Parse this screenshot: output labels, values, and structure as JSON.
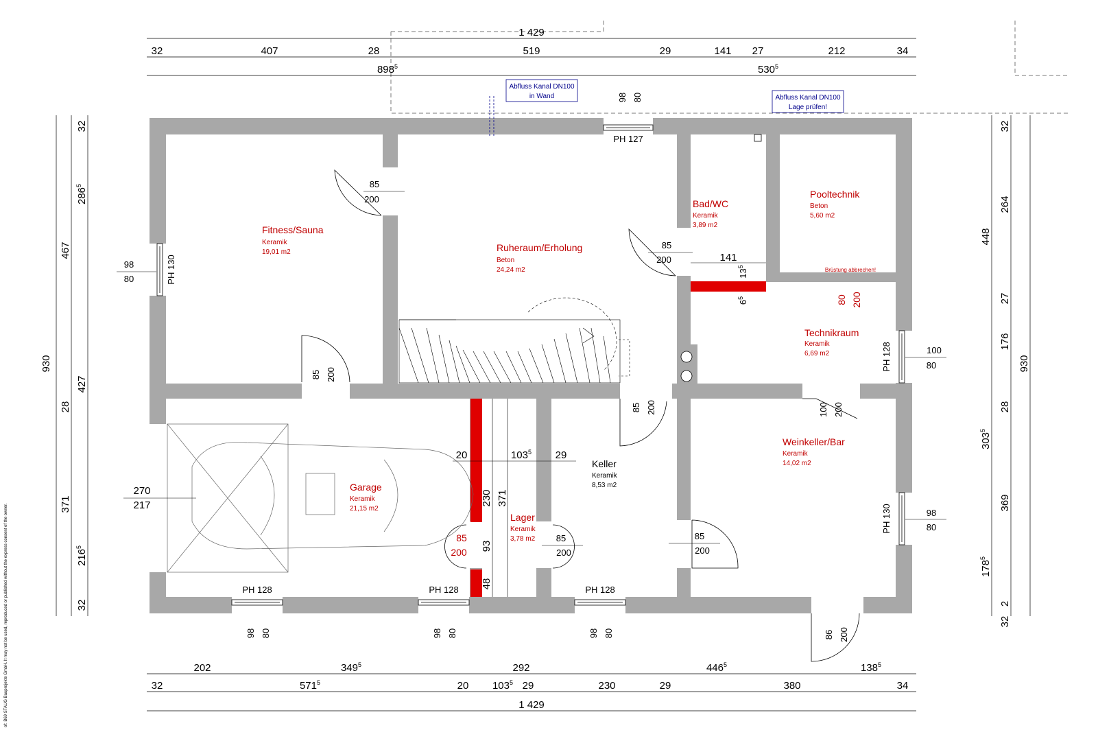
{
  "rooms": {
    "fitness": {
      "name": "Fitness/Sauna",
      "floor": "Keramik",
      "area": "19,01 m2"
    },
    "ruhe": {
      "name": "Ruheraum/Erholung",
      "floor": "Beton",
      "area": "24,24 m2"
    },
    "bad": {
      "name": "Bad/WC",
      "floor": "Keramik",
      "area": "3,89 m2"
    },
    "pool": {
      "name": "Pooltechnik",
      "floor": "Beton",
      "area": "5,60 m2"
    },
    "technik": {
      "name": "Technikraum",
      "floor": "Keramik",
      "area": "6,69 m2"
    },
    "garage": {
      "name": "Garage",
      "floor": "Keramik",
      "area": "21,15 m2"
    },
    "lager": {
      "name": "Lager",
      "floor": "Keramik",
      "area": "3,78 m2"
    },
    "keller": {
      "name": "Keller",
      "floor": "Keramik",
      "area": "8,53 m2"
    },
    "wein": {
      "name": "Weinkeller/Bar",
      "floor": "Keramik",
      "area": "14,02 m2"
    }
  },
  "notes": {
    "abfluss_wand_1": "Abfluss Kanal DN100",
    "abfluss_wand_2": "in Wand",
    "abfluss_lage_1": "Abfluss Kanal DN100",
    "abfluss_lage_2": "Lage prüfen!",
    "bruestung": "Brüstung abbrechen!"
  },
  "windows": {
    "top": "PH 127",
    "left": "PH 130",
    "right_upper": "PH 128",
    "right_lower": "PH 130",
    "bottom_1": "PH 128",
    "bottom_2": "PH 128",
    "bottom_3": "PH 128"
  },
  "dims": {
    "top_total": "1 429",
    "top_row": [
      "32",
      "407",
      "28",
      "519",
      "29",
      "141",
      "27",
      "212",
      "34"
    ],
    "top_half_left": "898",
    "top_half_left_sup": "5",
    "top_half_right": "530",
    "top_half_right_sup": "5",
    "bottom_row1": [
      "202",
      "349",
      "292",
      "446",
      "138"
    ],
    "bottom_row1_sup": [
      "",
      "5",
      "",
      "5",
      "5"
    ],
    "bottom_row2": [
      "32",
      "571",
      "20",
      "103",
      "29",
      "230",
      "29",
      "380",
      "34"
    ],
    "bottom_row2_sup": [
      "",
      "5",
      "",
      "5",
      "",
      "",
      "",
      "",
      ""
    ],
    "bottom_total": "1 429",
    "left_total": "930",
    "left_mid": [
      "467",
      "28",
      "371"
    ],
    "left_outer": [
      "32",
      "286",
      "427",
      "216",
      "32"
    ],
    "left_outer_sup": [
      "",
      "5",
      "",
      "5",
      ""
    ],
    "right_total": "930",
    "right_mid": [
      "448",
      "28",
      "303"
    ],
    "right_mid_sup": [
      "",
      "",
      "5"
    ],
    "right_outer": [
      "32",
      "264",
      "27",
      "176",
      "369",
      "178",
      "2",
      "32"
    ],
    "right_outer_sup": [
      "",
      "",
      "",
      "",
      "",
      "5",
      "",
      ""
    ]
  },
  "openings": {
    "fitness_door": [
      "85",
      "200"
    ],
    "fitness_garage_door": [
      "85",
      "200"
    ],
    "bad_door": [
      "85",
      "200"
    ],
    "technik_door": [
      "80",
      "200"
    ],
    "wein_door_top": [
      "100",
      "200"
    ],
    "keller_door_top": [
      "85",
      "200"
    ],
    "lager_door": [
      "85",
      "200"
    ],
    "keller_door_left": [
      "85",
      "200"
    ],
    "wein_door_left": [
      "85",
      "200"
    ],
    "exit_door": [
      "86",
      "200"
    ],
    "garage_gate": [
      "270",
      "217"
    ],
    "win_top": [
      "98",
      "80"
    ],
    "win_left": [
      "98",
      "80"
    ],
    "win_right_upper": [
      "100",
      "80"
    ],
    "win_right_lower": [
      "98",
      "80"
    ],
    "win_bottom": [
      "98",
      "80"
    ]
  },
  "inner_dims": {
    "bad_width": "141",
    "bad_small_a": "13",
    "bad_small_a_sup": "5",
    "bad_small_b": "6",
    "bad_small_b_sup": "5",
    "lager_row": [
      "20",
      "103",
      "29"
    ],
    "lager_row_sup": [
      "",
      "5",
      ""
    ],
    "lager_vert": [
      "230",
      "371",
      "93",
      "48"
    ]
  },
  "side_text": "of: B69 STAUG Bauprojekte GmbH. It may not be used, reproduced or published without the express consent of the owner.",
  "colors": {
    "wall": "#a8a8a8",
    "red_wall": "#e00000",
    "room_label": "#c00000",
    "note": "#00008b"
  }
}
